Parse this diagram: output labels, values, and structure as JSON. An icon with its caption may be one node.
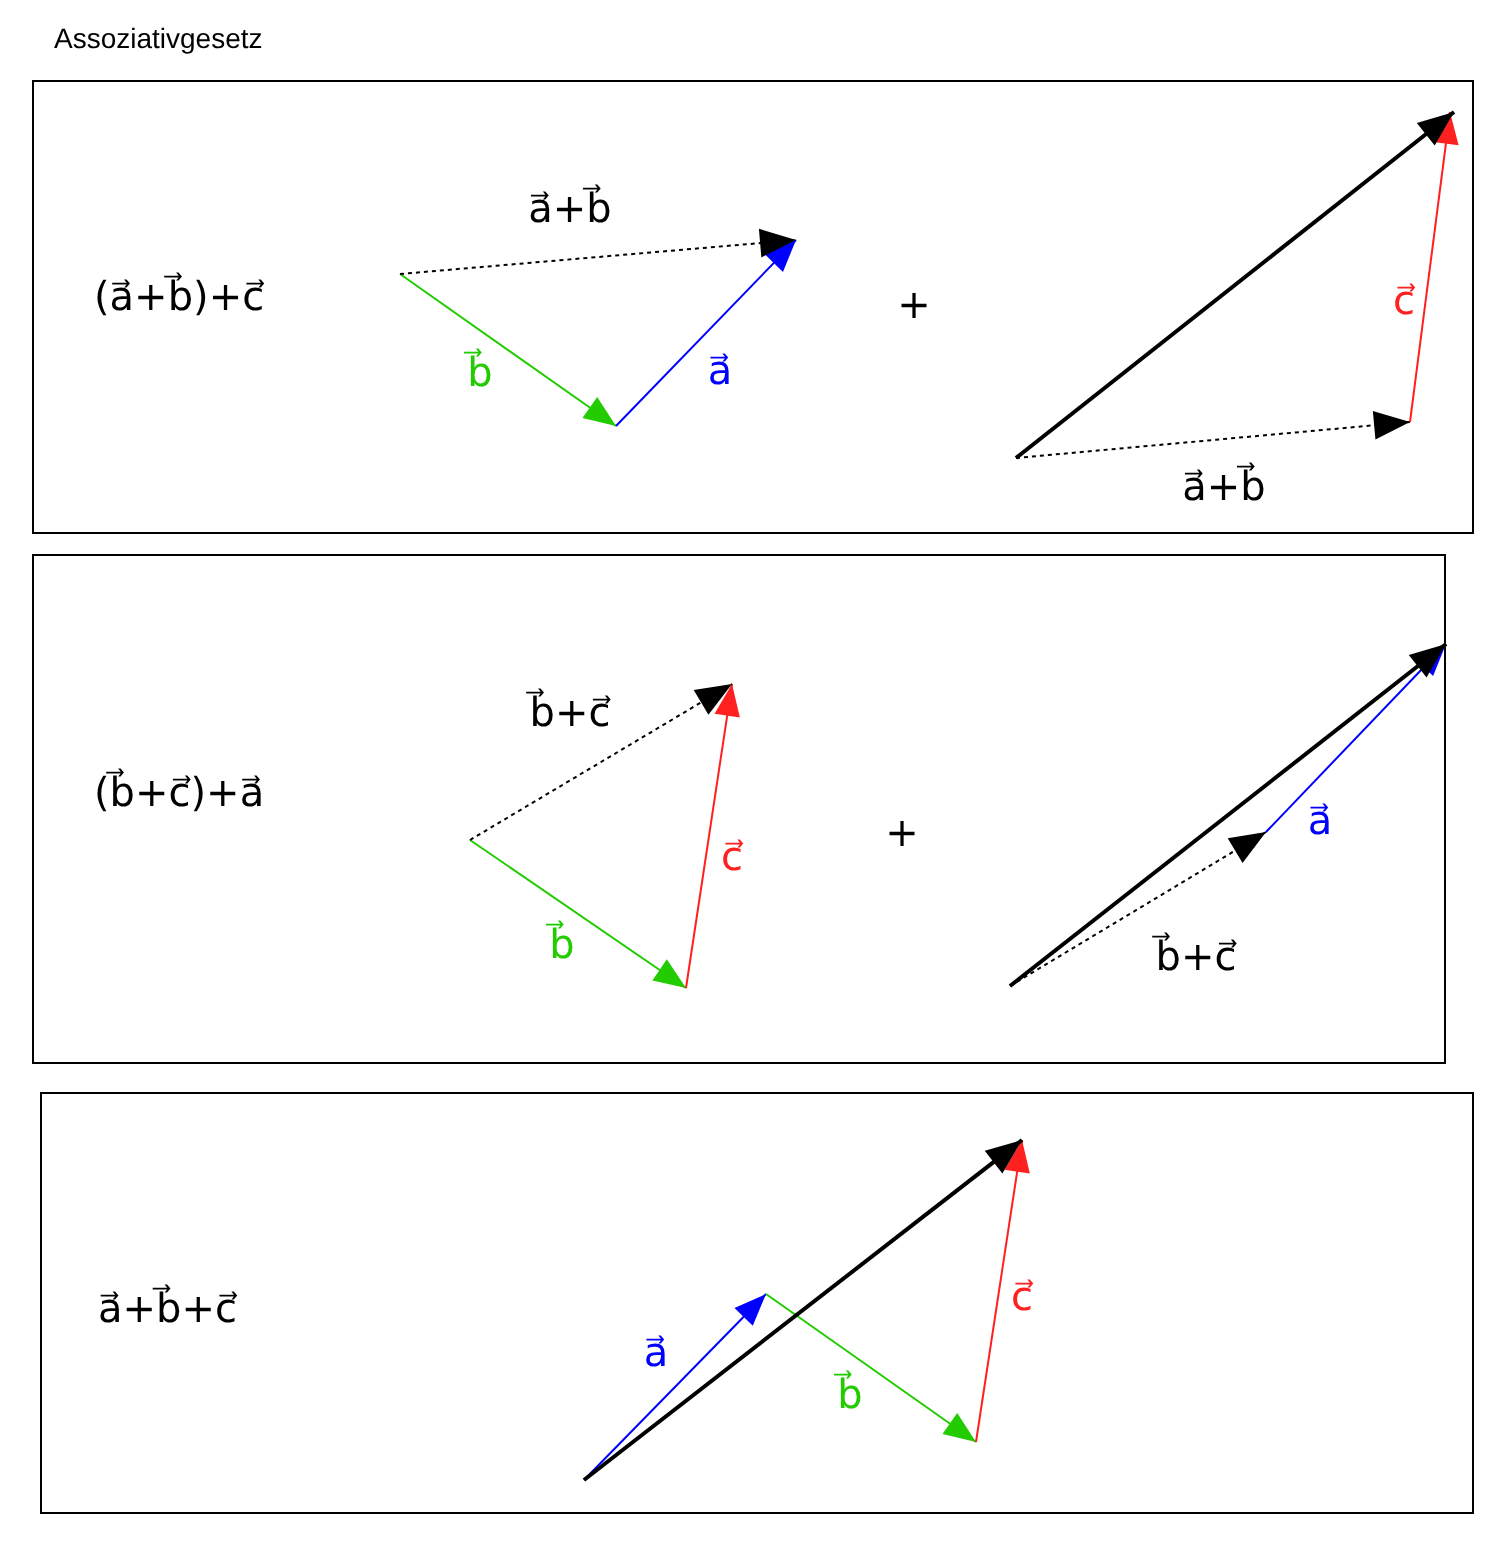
{
  "diagram": {
    "title": "Assoziativgesetz",
    "nodes": [
      {
        "text": [
          "(a⃗+b⃗)+c⃗"
        ]
      },
      {
        "text": [
          "(b⃗+c⃗)+a⃗"
        ]
      },
      {
        "text": [
          "a⃗+b⃗+c⃗"
        ]
      }
    ],
    "labels": [
      "a⃗+b⃗",
      "b⃗",
      "a⃗",
      "+",
      "c⃗",
      "a⃗+b⃗",
      "b⃗+c⃗",
      "c⃗",
      "b⃗",
      "+",
      "a⃗",
      "b⃗+c⃗",
      "c⃗",
      "a⃗",
      "b⃗"
    ]
  }
}
